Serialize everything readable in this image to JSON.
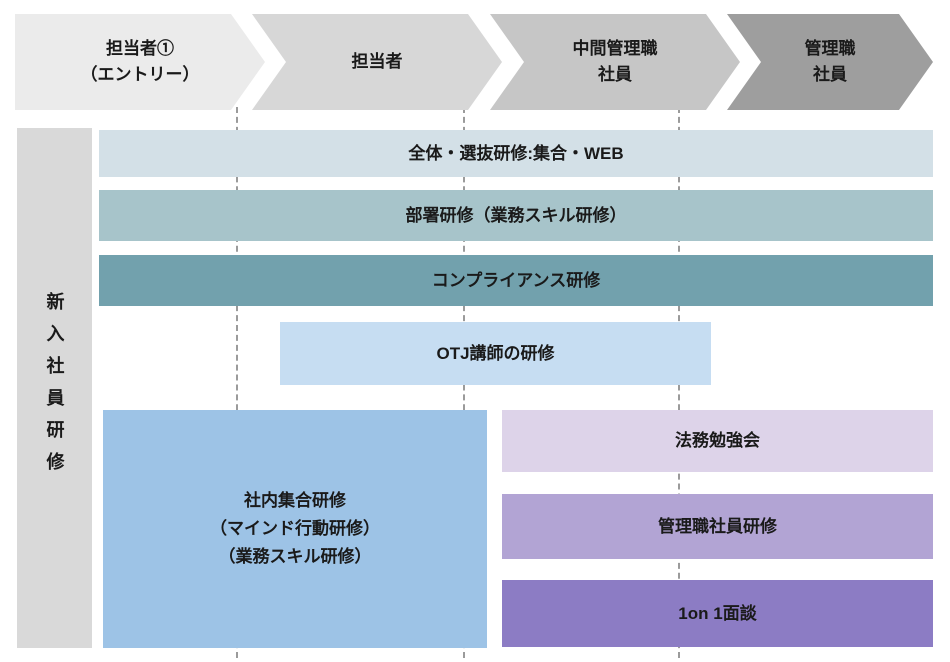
{
  "diagram": {
    "stages": [
      {
        "label": "担当者①\n（エントリー）",
        "color": "#ebebeb"
      },
      {
        "label": "担当者",
        "color": "#d7d7d7"
      },
      {
        "label": "中間管理職\n社員",
        "color": "#c6c6c6"
      },
      {
        "label": "管理職\n社員",
        "color": "#9e9e9e"
      }
    ],
    "sidebar": {
      "label": "新入社員研修",
      "color": "#d9d9d9"
    },
    "trainings": [
      {
        "label": "全体・選抜研修:集合・WEB",
        "color": "#d3e0e7"
      },
      {
        "label": "部署研修（業務スキル研修）",
        "color": "#a7c4ca"
      },
      {
        "label": "コンプライアンス研修",
        "color": "#72a1ad"
      },
      {
        "label": "OTJ講師の研修",
        "color": "#c6ddf2"
      },
      {
        "label": "社内集合研修\n（マインド行動研修）\n（業務スキル研修）",
        "color": "#9dc3e6"
      },
      {
        "label": "法務勉強会",
        "color": "#ddd3e9"
      },
      {
        "label": "管理職社員研修",
        "color": "#b2a4d4"
      },
      {
        "label": "1on 1面談",
        "color": "#8c7cc4"
      }
    ],
    "gridline_color": "#9b9b9b"
  }
}
